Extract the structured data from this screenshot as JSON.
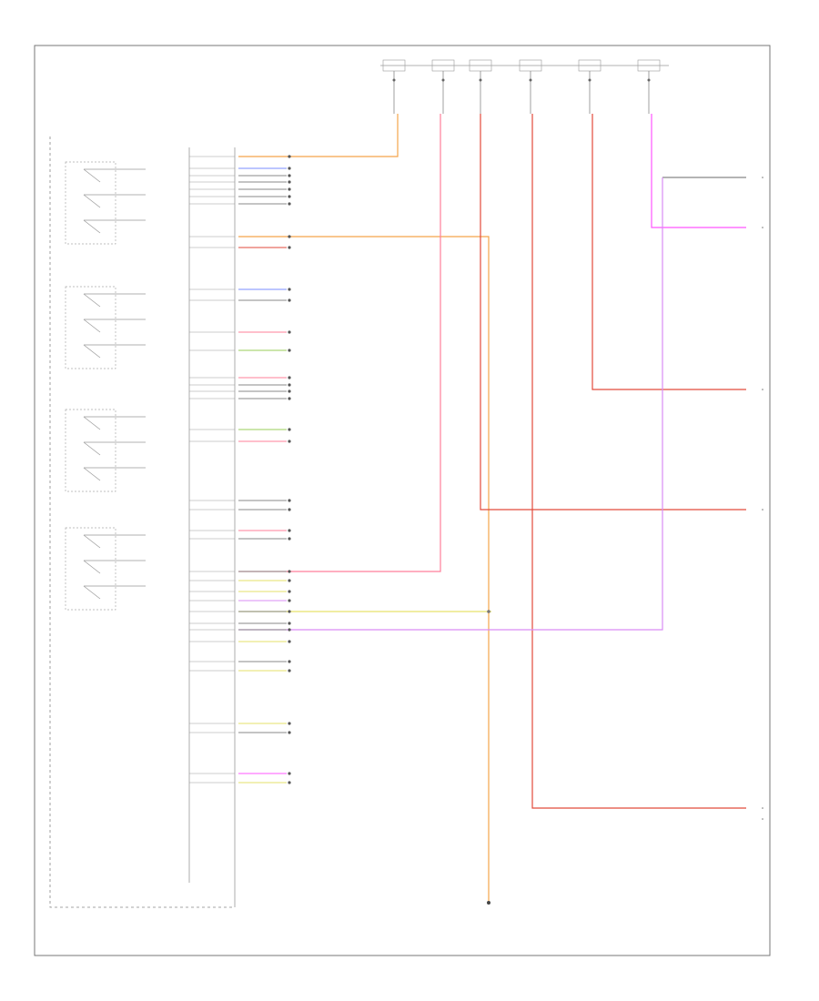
{
  "diagram": {
    "page_label": "",
    "module_label": "",
    "ground_label": "",
    "fuse_labels": [
      "",
      "",
      "",
      "",
      "",
      ""
    ],
    "right_labels": [
      "",
      "",
      "",
      "",
      "",
      ""
    ],
    "switch_labels": [
      "",
      "",
      "",
      ""
    ],
    "wire_colors": {
      "orange": "#f5a54a",
      "pink": "#ff7f9a",
      "red": "#e24a3b",
      "yellow": "#e6e26a",
      "violet": "#d98cf5",
      "magenta": "#ff55ff",
      "blue": "#7a8cff",
      "green": "#9acc5a",
      "gray": "#888888",
      "brown": "#b8735a"
    },
    "pin_rows": [
      {
        "color": "orange",
        "label": ""
      },
      {
        "color": "blue",
        "label": ""
      },
      {
        "color": "gray",
        "label": ""
      },
      {
        "color": "gray",
        "label": ""
      },
      {
        "color": "gray",
        "label": ""
      },
      {
        "color": "gray",
        "label": ""
      },
      {
        "color": "gray",
        "label": ""
      },
      {
        "color": "orange",
        "label": ""
      },
      {
        "color": "red",
        "label": ""
      },
      {
        "color": "blue",
        "label": ""
      },
      {
        "color": "gray",
        "label": ""
      },
      {
        "color": "pink",
        "label": ""
      },
      {
        "color": "green",
        "label": ""
      },
      {
        "color": "pink",
        "label": ""
      },
      {
        "color": "gray",
        "label": ""
      },
      {
        "color": "gray",
        "label": ""
      },
      {
        "color": "gray",
        "label": ""
      },
      {
        "color": "green",
        "label": ""
      },
      {
        "color": "pink",
        "label": ""
      },
      {
        "color": "gray",
        "label": ""
      },
      {
        "color": "gray",
        "label": ""
      },
      {
        "color": "pink",
        "label": ""
      },
      {
        "color": "gray",
        "label": ""
      },
      {
        "color": "gray",
        "label": ""
      },
      {
        "color": "yellow",
        "label": ""
      },
      {
        "color": "yellow",
        "label": ""
      },
      {
        "color": "violet",
        "label": ""
      },
      {
        "color": "gray",
        "label": ""
      },
      {
        "color": "gray",
        "label": ""
      },
      {
        "color": "gray",
        "label": ""
      },
      {
        "color": "yellow",
        "label": ""
      },
      {
        "color": "gray",
        "label": ""
      },
      {
        "color": "yellow",
        "label": ""
      },
      {
        "color": "yellow",
        "label": ""
      },
      {
        "color": "gray",
        "label": ""
      },
      {
        "color": "magenta",
        "label": ""
      },
      {
        "color": "yellow",
        "label": ""
      }
    ]
  }
}
